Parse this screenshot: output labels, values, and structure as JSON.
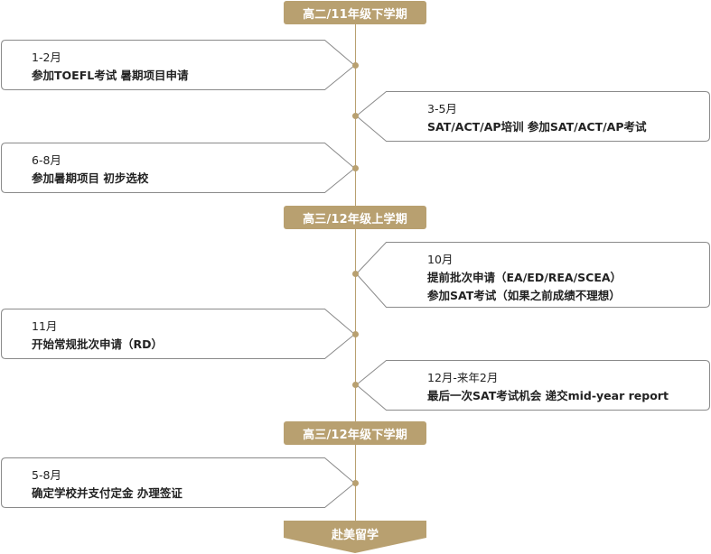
{
  "colors": {
    "accent": "#b8a070",
    "card_border": "#8a8a8a",
    "text": "#222222"
  },
  "stages": [
    {
      "label": "高二/11年级下学期"
    },
    {
      "label": "高三/12年级上学期"
    },
    {
      "label": "高三/12年级下学期"
    }
  ],
  "events": [
    {
      "date": "1-2月",
      "lines": [
        "参加TOEFL考试 暑期项目申请"
      ]
    },
    {
      "date": "3-5月",
      "lines": [
        "SAT/ACT/AP培训 参加SAT/ACT/AP考试"
      ]
    },
    {
      "date": "6-8月",
      "lines": [
        "参加暑期项目 初步选校"
      ]
    },
    {
      "date": "10月",
      "lines": [
        "提前批次申请（EA/ED/REA/SCEA）",
        "参加SAT考试（如果之前成绩不理想）"
      ]
    },
    {
      "date": "11月",
      "lines": [
        "开始常规批次申请（RD）"
      ]
    },
    {
      "date": "12月-来年2月",
      "lines": [
        "最后一次SAT考试机会 递交mid-year report"
      ]
    },
    {
      "date": "5-8月",
      "lines": [
        "确定学校并支付定金 办理签证"
      ]
    }
  ],
  "final": {
    "label": "赴美留学"
  }
}
